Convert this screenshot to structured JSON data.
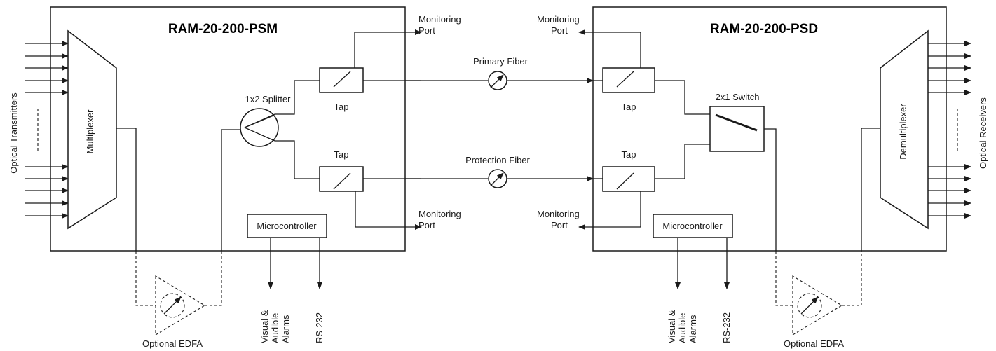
{
  "left_module": {
    "title": "RAM-20-200-PSM",
    "side_label": "Optical Transmitters",
    "mux_label": "Multiplexer",
    "splitter_label": "1x2 Splitter",
    "tap_top_label": "Tap",
    "tap_bottom_label": "Tap",
    "mon_top_line1": "Monitoring",
    "mon_top_line2": "Port",
    "mon_bottom_line1": "Monitoring",
    "mon_bottom_line2": "Port",
    "micro_label": "Microcontroller",
    "alarm_line1": "Visual &",
    "alarm_line2": "Audible",
    "alarm_line3": "Alarms",
    "rs232": "RS-232",
    "edfa_label": "Optional EDFA"
  },
  "right_module": {
    "title": "RAM-20-200-PSD",
    "side_label": "Optical Receivers",
    "demux_label": "Demultiplexer",
    "switch_label": "2x1 Switch",
    "tap_top_label": "Tap",
    "tap_bottom_label": "Tap",
    "mon_top_line1": "Monitoring",
    "mon_top_line2": "Port",
    "mon_bottom_line1": "Monitoring",
    "mon_bottom_line2": "Port",
    "micro_label": "Microcontroller",
    "alarm_line1": "Visual &",
    "alarm_line2": "Audible",
    "alarm_line3": "Alarms",
    "rs232": "RS-232",
    "edfa_label": "Optional EDFA"
  },
  "links": {
    "primary": "Primary Fiber",
    "protection": "Protection Fiber"
  }
}
